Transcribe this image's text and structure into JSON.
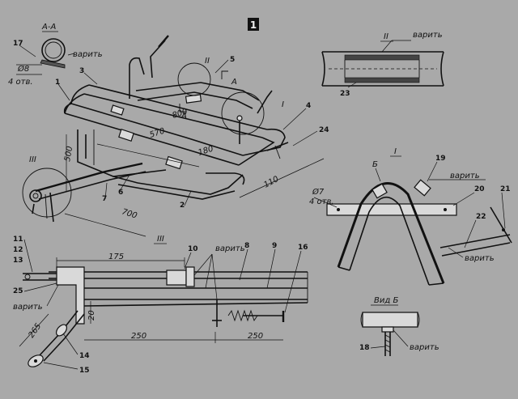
{
  "sheet_number": "1",
  "weld_label": "варить",
  "view_b_title": "Вид Б",
  "section_aa": "А-А",
  "views": {
    "detail_2": "II",
    "detail_3": "III",
    "detail_1": "I",
    "arrow_b": "Б",
    "arrow_a": "А"
  },
  "dimensions": {
    "d500": "500",
    "d570": "570",
    "d800": "800",
    "d180": "180",
    "d110": "110",
    "d700": "700",
    "d175": "175",
    "d20": "20",
    "d250a": "250",
    "d250b": "250",
    "d265": "265",
    "d8": "Ø8",
    "d4holes_a": "4 отв.",
    "d7": "Ø7",
    "d4holes_b": "4 отв."
  },
  "part_labels": [
    "1",
    "2",
    "3",
    "4",
    "5",
    "6",
    "7",
    "8",
    "9",
    "10",
    "11",
    "12",
    "13",
    "14",
    "15",
    "16",
    "17",
    "18",
    "19",
    "20",
    "21",
    "22",
    "23",
    "24",
    "25"
  ]
}
